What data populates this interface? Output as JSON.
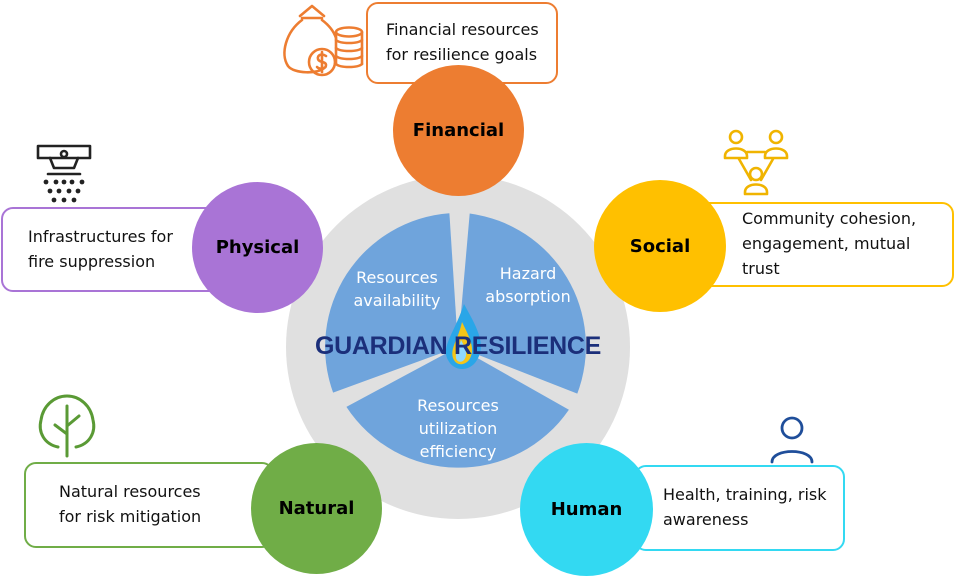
{
  "center": {
    "title": "GUARDIAN RESILIENCE",
    "sectors": [
      {
        "id": "availability",
        "label": "Resources\navailability"
      },
      {
        "id": "absorption",
        "label": "Hazard\nabsorption"
      },
      {
        "id": "efficiency",
        "label": "Resources\nutilization\nefficiency"
      }
    ]
  },
  "capitals": [
    {
      "id": "financial",
      "label": "Financial",
      "color": "#ed7d31",
      "description": "Financial resources\nfor resilience goals",
      "icon": "money-bag-coins-icon"
    },
    {
      "id": "social",
      "label": "Social",
      "color": "#ffc000",
      "description": "Community cohesion,\nengagement, mutual\ntrust",
      "icon": "people-network-icon"
    },
    {
      "id": "human",
      "label": "Human",
      "color": "#33d9f2",
      "description": "Health, training, risk\nawareness",
      "icon": "person-icon"
    },
    {
      "id": "natural",
      "label": "Natural",
      "color": "#70ad47",
      "description": "Natural resources\nfor risk mitigation",
      "icon": "tree-icon"
    },
    {
      "id": "physical",
      "label": "Physical",
      "color": "#a974d6",
      "description": "Infrastructures for\nfire suppression",
      "icon": "fire-sprinkler-icon"
    }
  ],
  "colors": {
    "ring": "#e0e0e0",
    "sector": "#6fa4dc",
    "title": "#1b2f7a",
    "flame": "#2aa6e8"
  }
}
